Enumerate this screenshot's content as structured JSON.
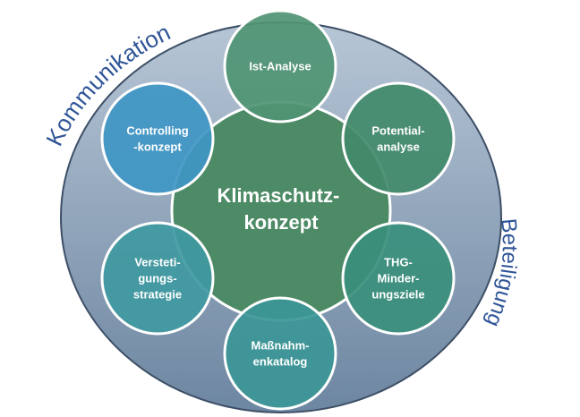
{
  "center": {
    "lines": [
      "Klimaschutz-",
      "konzept"
    ]
  },
  "arc_labels": {
    "left": "Kommunikation",
    "right": "Beteiligung"
  },
  "nodes": [
    {
      "id": "ist-analyse",
      "lines": [
        "Ist-Analyse"
      ],
      "color": "#4f9473"
    },
    {
      "id": "potentialanalyse",
      "lines": [
        "Potential-",
        "analyse"
      ],
      "color": "#418a6a"
    },
    {
      "id": "thg-minderungsziele",
      "lines": [
        "THG-",
        "Minder-",
        "ungsziele"
      ],
      "color": "#3a8f7c"
    },
    {
      "id": "massnahmenkatalog",
      "lines": [
        "Maßnahm-",
        "enkatalog"
      ],
      "color": "#3b9696"
    },
    {
      "id": "verstetigungsstrategie",
      "lines": [
        "Versteti-",
        "gungs-",
        "strategie"
      ],
      "color": "#3f99a1"
    },
    {
      "id": "controllingkonzept",
      "lines": [
        "Controlling",
        "-konzept"
      ],
      "color": "#3f96c4"
    }
  ],
  "colors": {
    "outer_top": "#b7c6d6",
    "outer_bottom": "#6d86a1",
    "outer_stroke": "#3d4f66",
    "center_fill": "#4d8a66",
    "node_stroke": "#ffffff",
    "arc_text": "#2f5597"
  }
}
